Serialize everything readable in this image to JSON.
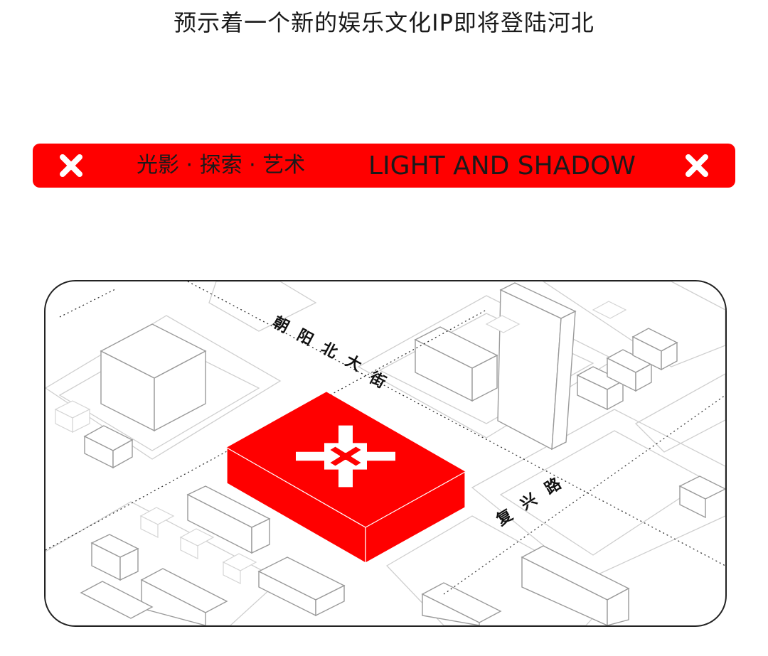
{
  "headline": "预示着一个新的娱乐文化IP即将登陆河北",
  "banner": {
    "tagline_cn": "光影 · 探索 · 艺术",
    "tagline_en": "LIGHT AND SHADOW",
    "left_icon": "x-mark-icon",
    "right_icon": "x-mark-icon",
    "background_color": "#ff0000"
  },
  "map": {
    "street_north": [
      "朝",
      "阳",
      "北",
      "大",
      "街"
    ],
    "street_east": [
      "复",
      "兴",
      "路"
    ],
    "highlight_color": "#ff0000",
    "logo_icon": "interlocking-cross-logo-icon"
  }
}
